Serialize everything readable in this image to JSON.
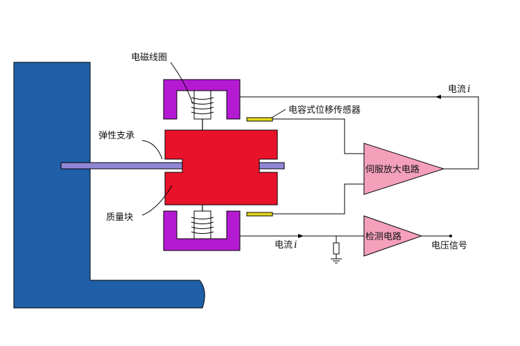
{
  "labels": {
    "coil": "电磁线圈",
    "sensor": "电容式位移传感器",
    "spring": "弹性支承",
    "mass": "质量块",
    "current_top": "电流",
    "current_bottom": "电流",
    "current_symbol": "i",
    "servo_amp": "伺服放大电路",
    "detect": "检测电路",
    "voltage_out": "电压信号"
  },
  "colors": {
    "frame": "#1f5fa8",
    "magnet": "#b41ad2",
    "mass": "#e8122a",
    "amplifier": "#f4a0bb",
    "sensor_plate": "#e8d81a",
    "rod": "#8f86d4"
  }
}
